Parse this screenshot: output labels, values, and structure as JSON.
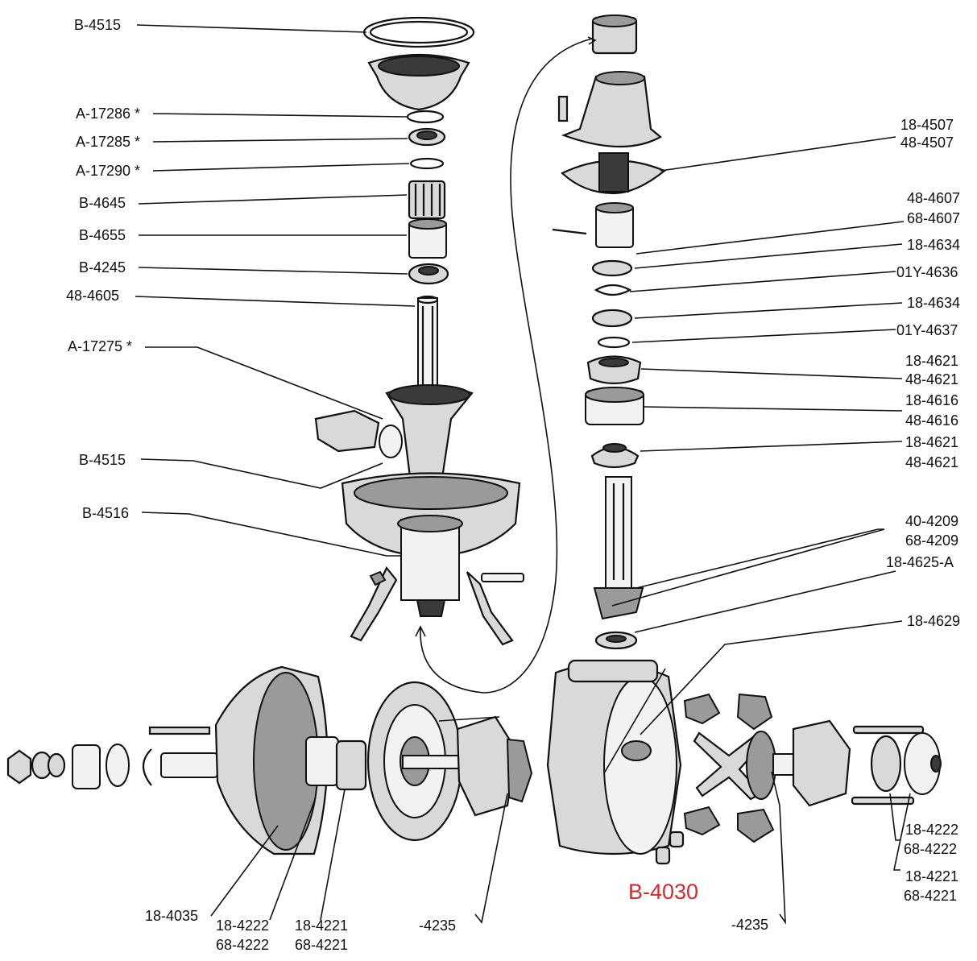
{
  "labels": {
    "top_cover_gasket": "B-4515",
    "snap_ring": "A-17286 *",
    "bearing_cup": "A-17285 *",
    "washer": "A-17290 *",
    "roller_bearing": "B-4645",
    "sleeve": "B-4655",
    "seal": "B-4245",
    "shaft": "48-4605",
    "bracket_part": "A-17275 *",
    "housing_gasket": "B-4515",
    "housing": "B-4516",
    "retainer_1": "18-4507",
    "retainer_2": "48-4507",
    "spacer_1": "48-4607",
    "spacer_2": "68-4607",
    "nut_upper": "18-4634",
    "lock_washer_upper": "01Y-4636",
    "nut_lower": "18-4634",
    "lock_washer_lower": "01Y-4637",
    "cone_upper_1": "18-4621",
    "cone_upper_2": "48-4621",
    "cup_1": "18-4616",
    "cup_2": "48-4616",
    "cone_lower_1": "18-4621",
    "cone_lower_2": "48-4621",
    "pinion_1": "40-4209",
    "pinion_2": "68-4209",
    "shim_a": "18-4625-A",
    "shim": "18-4629",
    "right_bearing_cone_1": "18-4222",
    "right_bearing_cone_2": "68-4222",
    "right_bearing_cup_1": "18-4221",
    "right_bearing_cup_2": "68-4221",
    "drain_plug": "B-4030",
    "right_side_gear": "-4235",
    "carrier_cover": "18-4035",
    "left_bearing_cone_1": "18-4222",
    "left_bearing_cone_2": "68-4222",
    "left_bearing_cup_1": "18-4221",
    "left_bearing_cup_2": "68-4221",
    "left_side_gear": "-4235"
  },
  "colors": {
    "highlight_label": "#d62b2b",
    "ink": "#111111"
  }
}
